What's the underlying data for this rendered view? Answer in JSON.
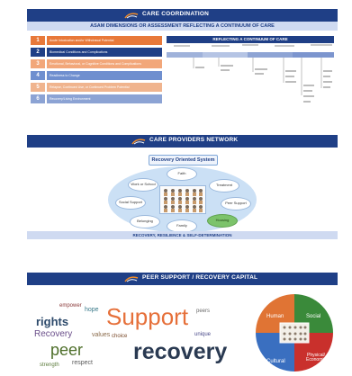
{
  "slides": [
    {
      "title": "CARE COORDINATION",
      "subtitle": "ASAM DIMENSIONS OR ASSESSMENT REFLECTING A CONTINUUM OF CARE",
      "dimensions": [
        {
          "num": "1",
          "label": "Acute Intoxication and/or Withdrawal Potential",
          "color": "#e8793a"
        },
        {
          "num": "2",
          "label": "Biomedical Conditions and Complications",
          "color": "#1f3f86"
        },
        {
          "num": "3",
          "label": "Emotional, Behavioral, or Cognitive Conditions and Complications",
          "color": "#f2a77a"
        },
        {
          "num": "4",
          "label": "Readiness to Change",
          "color": "#6f8fcf"
        },
        {
          "num": "5",
          "label": "Relapse, Continued Use, or Continued Problem Potential",
          "color": "#f0b48e"
        },
        {
          "num": "6",
          "label": "Recovery/Living Environment",
          "color": "#8ca3d4"
        }
      ],
      "continuum_title": "REFLECTING A CONTINUUM OF CARE"
    },
    {
      "title": "CARE PROVIDERS NETWORK",
      "system_title": "Recovery Oriented System of Care",
      "nodes": [
        "Faith",
        "Work or School",
        "Treatment",
        "Social Support",
        "Peer Support",
        "Belonging",
        "Family",
        "Housing"
      ],
      "footer": "RECOVERY, RESILIENCE & SELF-DETERMINATION"
    },
    {
      "title": "PEER SUPPORT / RECOVERY CAPITAL",
      "cloud_words": [
        "rights",
        "Recovery",
        "Support",
        "peer",
        "recovery",
        "values",
        "respect",
        "hope",
        "peers",
        "empower",
        "unique",
        "strength",
        "choice"
      ],
      "capital_quadrants": [
        {
          "label": "Human",
          "color": "#e07434"
        },
        {
          "label": "Social",
          "color": "#3a8a3a"
        },
        {
          "label": "Cultural",
          "color": "#3a6fc0"
        },
        {
          "label": "Physical/ Economic",
          "color": "#c9302c"
        }
      ]
    }
  ]
}
